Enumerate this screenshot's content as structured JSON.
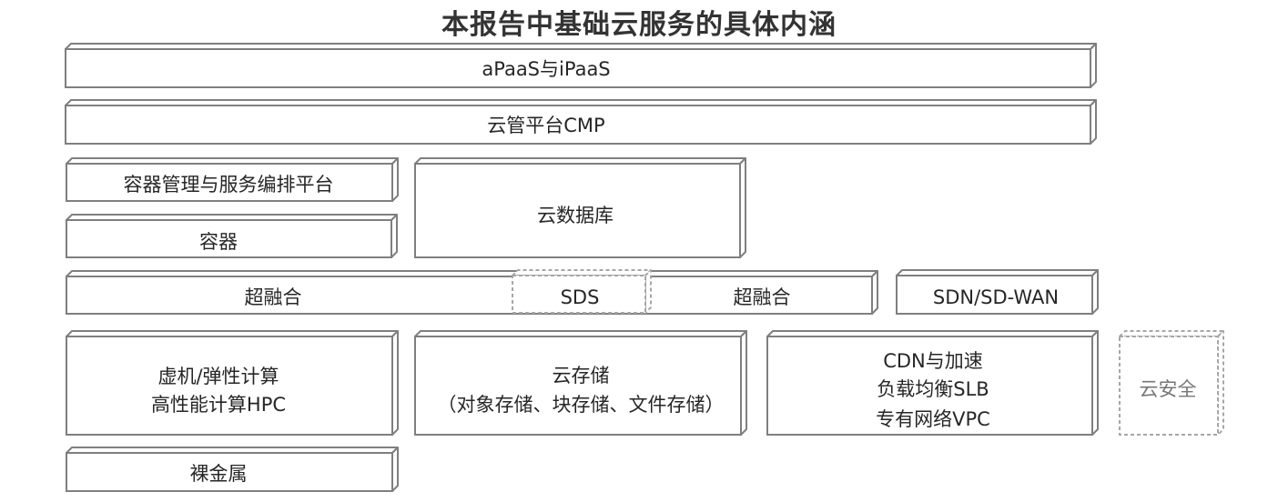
{
  "title": "本报告中基础云服务的具体内涵",
  "colors": {
    "stroke": "#7f7f7f",
    "dashed": "#a6a6a6",
    "text": "#262626",
    "muted": "#777777"
  },
  "boxes": {
    "apaas": {
      "lines": [
        "aPaaS与iPaaS"
      ]
    },
    "cmp": {
      "lines": [
        "云管平台CMP"
      ]
    },
    "orchestration": {
      "lines": [
        "容器管理与服务编排平台"
      ]
    },
    "container": {
      "lines": [
        "容器"
      ]
    },
    "cloud_db": {
      "lines": [
        "云数据库"
      ]
    },
    "hci_left": {
      "lines": [
        "超融合"
      ]
    },
    "sds": {
      "lines": [
        "SDS"
      ]
    },
    "hci_right": {
      "lines": [
        "超融合"
      ]
    },
    "sdn": {
      "lines": [
        "SDN/SD-WAN"
      ]
    },
    "compute": {
      "lines": [
        "虚机/弹性计算",
        "高性能计算HPC"
      ]
    },
    "storage": {
      "lines": [
        "云存储",
        "（对象存储、块存储、文件存储）"
      ]
    },
    "network": {
      "lines": [
        "CDN与加速",
        "负载均衡SLB",
        "专有网络VPC"
      ]
    },
    "security": {
      "lines": [
        "云安全"
      ]
    },
    "bare_metal": {
      "lines": [
        "裸金属"
      ]
    }
  }
}
